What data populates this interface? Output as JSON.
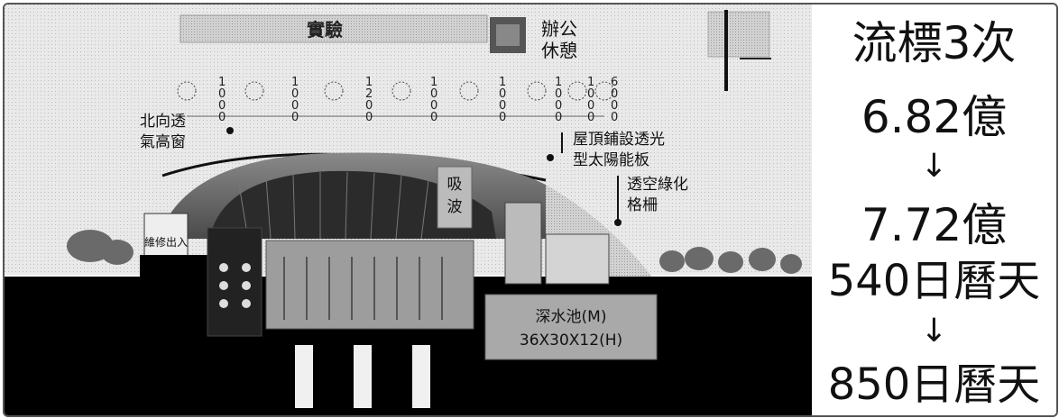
{
  "illustration": {
    "top_bar_label": "實驗",
    "office_label_line1": "辦公",
    "office_label_line2": "休憩",
    "north_label_line1": "北向透",
    "north_label_line2": "氣高窗",
    "roof_label_line1": "屋頂鋪設透光",
    "roof_label_line2": "型太陽能板",
    "green_label_line1": "透空綠化",
    "green_label_line2": "格柵",
    "absorb_label_line1": "吸",
    "absorb_label_line2": "波",
    "maint_label": "維修出入",
    "pool_label_line1": "深水池(M)",
    "pool_label_line2": "36X30X12(H)",
    "grid_labels": [
      "1000",
      "1000",
      "1200",
      "1000",
      "1000",
      "1000",
      "1000",
      "6000"
    ]
  },
  "info": {
    "line1": "流標3次",
    "line2": "6.82億",
    "arrow1": "↓",
    "line3": "7.72億",
    "line4": "540日曆天",
    "arrow2": "↓",
    "line5": "850日曆天"
  },
  "colors": {
    "ground": "#000000",
    "pool_box": "#a9a9a9",
    "frame": "#555555"
  }
}
